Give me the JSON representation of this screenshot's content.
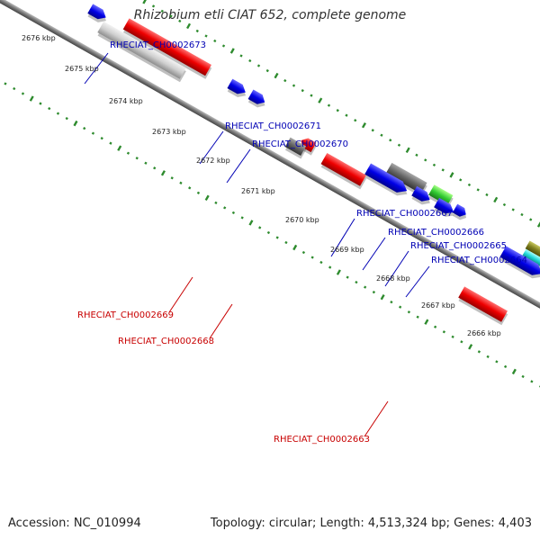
{
  "title": "Rhizobium etli CIAT 652, complete genome",
  "accession_text": "Accession: NC_010994",
  "summary_text": "Topology: circular; Length: 4,513,324 bp; Genes: 4,403",
  "colors": {
    "forward_label": "#0000b4",
    "reverse_label": "#c80000",
    "tick": "#2e8b2e",
    "backbone": "#808080"
  },
  "scale_ticks": [
    "2676 kbp",
    "2675 kbp",
    "2674 kbp",
    "2673 kbp",
    "2672 kbp",
    "2671 kbp",
    "2670 kbp",
    "2669 kbp",
    "2668 kbp",
    "2667 kbp",
    "2666 kbp"
  ],
  "upper_labels": [
    "RHECIAT_CH0002673",
    "RHECIAT_CH0002671",
    "RHECIAT_CH0002670",
    "RHECIAT_CH0002667",
    "RHECIAT_CH0002666",
    "RHECIAT_CH0002665",
    "RHECIAT_CH0002664"
  ],
  "lower_labels": [
    "RHECIAT_CH0002669",
    "RHECIAT_CH0002668",
    "RHECIAT_CH0002663"
  ]
}
